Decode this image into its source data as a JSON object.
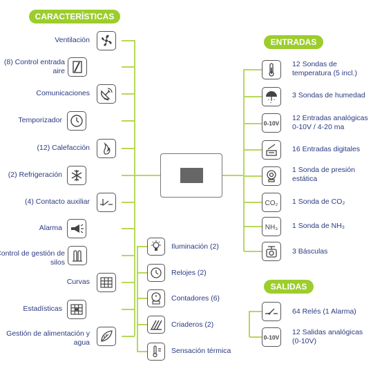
{
  "colors": {
    "accent": "#9ccd2c",
    "text": "#2a3a80",
    "icon": "#555555"
  },
  "caracteristicas": {
    "title": "CARACTERÍSTICAS",
    "items": [
      {
        "label": "Ventilación",
        "icon": "fan-icon"
      },
      {
        "label": "(8) Control entrada aire",
        "icon": "air-inlet-icon"
      },
      {
        "label": "Comunicaciones",
        "icon": "satellite-dish-icon"
      },
      {
        "label": "Temporizador",
        "icon": "timer-icon"
      },
      {
        "label": "(12) Calefacción",
        "icon": "heating-icon"
      },
      {
        "label": "(2) Refrigeración",
        "icon": "snowflake-icon"
      },
      {
        "label": "(4) Contacto auxiliar",
        "icon": "auxiliary-contact-icon"
      },
      {
        "label": "Alarma",
        "icon": "alarm-horn-icon"
      },
      {
        "label": "Control de gestión de silos",
        "icon": "silo-icon"
      },
      {
        "label": "Curvas",
        "icon": "grid-curves-icon"
      },
      {
        "label": "Estadísticas",
        "icon": "statistics-icon"
      },
      {
        "label": "Gestión de alimentación y agua",
        "icon": "feed-water-icon"
      }
    ],
    "inner_items": [
      {
        "label": "Iluminación (2)",
        "icon": "lightbulb-icon"
      },
      {
        "label": "Relojes (2)",
        "icon": "clock-icon"
      },
      {
        "label": "Contadores (6)",
        "icon": "counter-icon"
      },
      {
        "label": "Criaderos (2)",
        "icon": "hatchery-icon"
      },
      {
        "label": "Sensación térmica",
        "icon": "thermal-sensation-icon"
      }
    ]
  },
  "entradas": {
    "title": "ENTRADAS",
    "items": [
      {
        "label": "12 Sondas de temperatura (5 incl.)",
        "icon": "thermometer-icon"
      },
      {
        "label": "3 Sondas de humedad",
        "icon": "humidity-icon"
      },
      {
        "label": "12 Entradas analógicas 0-10V / 4-20 ma",
        "icon": "analog-0-10v-icon",
        "icon_text": "0-10V"
      },
      {
        "label": "16 Entradas digitales",
        "icon": "digital-input-icon"
      },
      {
        "label": "1 Sonda de presión estática",
        "icon": "pressure-icon"
      },
      {
        "label": "1 Sonda de CO₂",
        "icon": "co2-icon",
        "icon_text": "CO₂"
      },
      {
        "label": "1 Sonda de NH₃",
        "icon": "nh3-icon",
        "icon_text": "NH₃"
      },
      {
        "label": "3 Básculas",
        "icon": "scale-icon"
      }
    ]
  },
  "salidas": {
    "title": "SALIDAS",
    "items": [
      {
        "label": "64 Relés (1 Alarma)",
        "icon": "relay-icon"
      },
      {
        "label": "12 Salidas analógicas (0-10V)",
        "icon": "analog-output-icon",
        "icon_text": "0-10V"
      }
    ]
  }
}
